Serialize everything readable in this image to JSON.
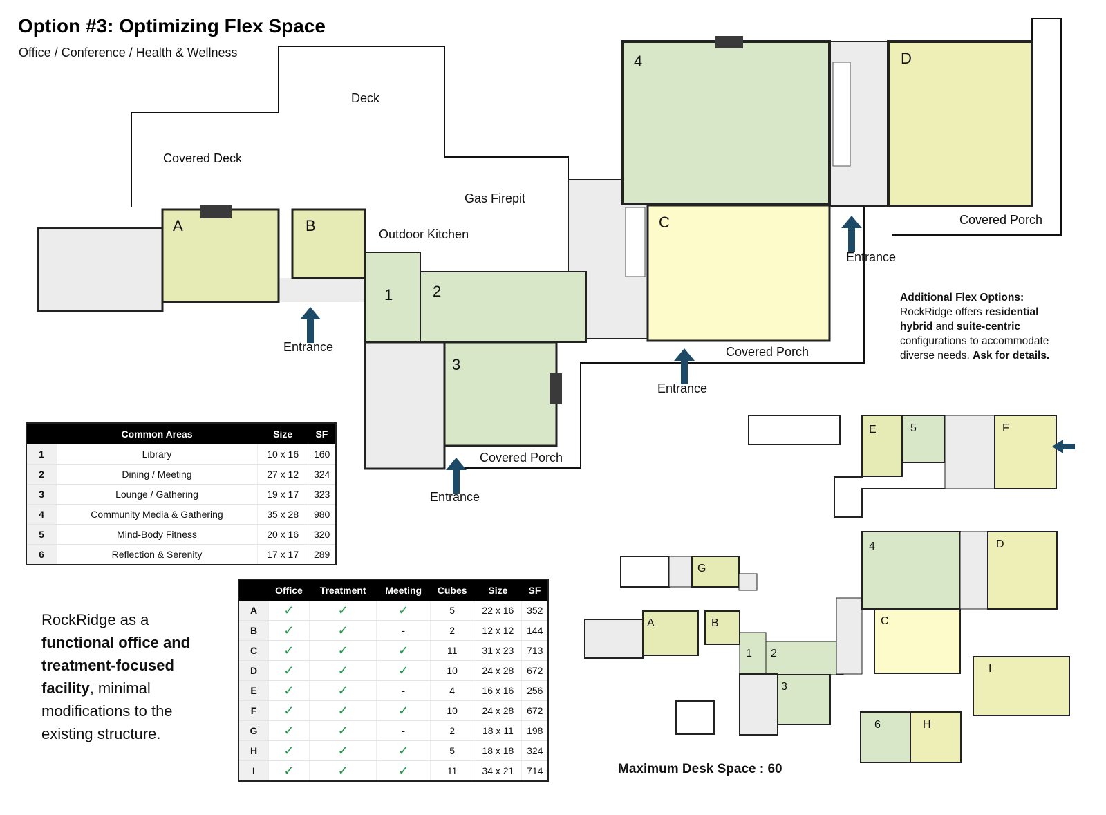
{
  "header": {
    "title": "Option #3: Optimizing Flex Space",
    "subtitle": "Office / Conference / Health & Wellness"
  },
  "plan_labels": {
    "deck": "Deck",
    "covered_deck": "Covered Deck",
    "gas_firepit": "Gas Firepit",
    "outdoor_kitchen": "Outdoor Kitchen",
    "entrance": "Entrance",
    "covered_porch": "Covered Porch"
  },
  "rooms": {
    "A": "A",
    "B": "B",
    "C": "C",
    "D": "D",
    "E": "E",
    "F": "F",
    "G": "G",
    "H": "H",
    "I": "I",
    "r1": "1",
    "r2": "2",
    "r3": "3",
    "r4": "4",
    "r5": "5",
    "r6": "6"
  },
  "flex_options": {
    "heading": "Additional Flex Options:",
    "t1": "RockRidge offers ",
    "b1": "residential hybrid",
    "t2": " and ",
    "b2": "suite-centric",
    "t3": " configurations to accommodate diverse needs. ",
    "b3": "Ask for details."
  },
  "description": {
    "t1": "RockRidge as a ",
    "b1": "functional office and treatment-focused facility",
    "t2": ", minimal modifications to the existing structure."
  },
  "max_desk": "Maximum Desk Space : 60",
  "common_areas": {
    "headers": [
      "",
      "Common Areas",
      "Size",
      "SF"
    ],
    "rows": [
      [
        "1",
        "Library",
        "10 x 16",
        "160"
      ],
      [
        "2",
        "Dining / Meeting",
        "27 x 12",
        "324"
      ],
      [
        "3",
        "Lounge / Gathering",
        "19 x 17",
        "323"
      ],
      [
        "4",
        "Community Media & Gathering",
        "35 x 28",
        "980"
      ],
      [
        "5",
        "Mind-Body Fitness",
        "20 x 16",
        "320"
      ],
      [
        "6",
        "Reflection & Serenity",
        "17 x 17",
        "289"
      ]
    ]
  },
  "flex_spaces": {
    "headers": [
      "",
      "Office",
      "Treatment",
      "Meeting",
      "Cubes",
      "Size",
      "SF"
    ],
    "rows": [
      [
        "A",
        "✓",
        "✓",
        "✓",
        "5",
        "22 x 16",
        "352"
      ],
      [
        "B",
        "✓",
        "✓",
        "-",
        "2",
        "12 x 12",
        "144"
      ],
      [
        "C",
        "✓",
        "✓",
        "✓",
        "11",
        "31 x 23",
        "713"
      ],
      [
        "D",
        "✓",
        "✓",
        "✓",
        "10",
        "24 x 28",
        "672"
      ],
      [
        "E",
        "✓",
        "✓",
        "-",
        "4",
        "16 x 16",
        "256"
      ],
      [
        "F",
        "✓",
        "✓",
        "✓",
        "10",
        "24 x 28",
        "672"
      ],
      [
        "G",
        "✓",
        "✓",
        "-",
        "2",
        "18 x 11",
        "198"
      ],
      [
        "H",
        "✓",
        "✓",
        "✓",
        "5",
        "18 x 18",
        "324"
      ],
      [
        "I",
        "✓",
        "✓",
        "✓",
        "11",
        "34 x 21",
        "714"
      ]
    ]
  },
  "colors": {
    "green_room": "#d9e7c9",
    "yellowgreen_room": "#e6ebb6",
    "yellow_room": "#fdfbc9",
    "olive_room": "#eeeeb7",
    "service": "#ececec",
    "arrow": "#1d4a66",
    "check": "#1e9a4a"
  }
}
